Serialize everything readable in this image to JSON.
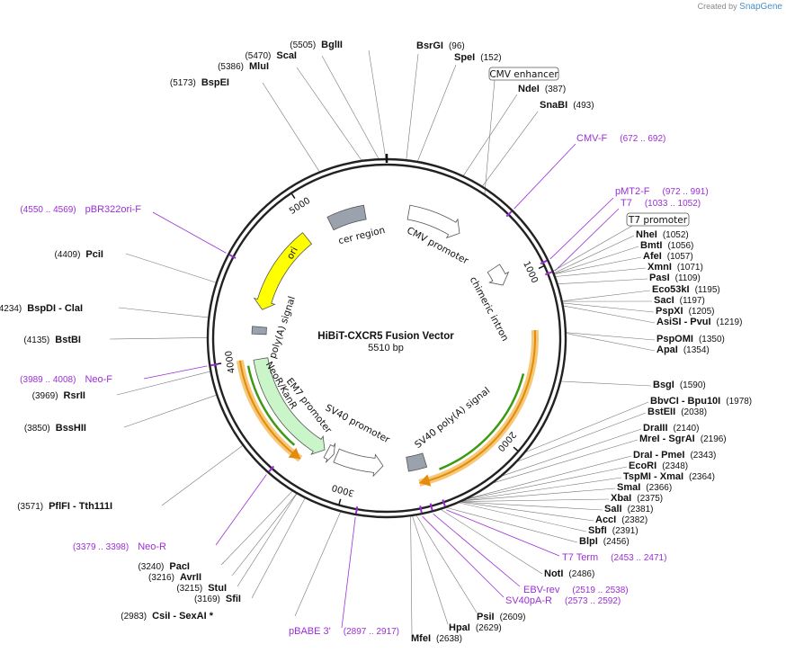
{
  "credit": {
    "prefix": "Created by",
    "brand": "SnapGene"
  },
  "plasmid": {
    "name": "HiBiT-CXCR5 Fusion Vector",
    "length": "5510 bp",
    "total_bp": 5510
  },
  "ticks": [
    "1000",
    "2000",
    "3000",
    "4000",
    "5000"
  ],
  "features": [
    {
      "name": "CMV promoter",
      "color": "#ffffff",
      "start": 152,
      "end": 532,
      "strand": 1
    },
    {
      "name": "chimeric intron",
      "color": "#ffffff",
      "start": 870,
      "end": 1002,
      "strand": 1
    },
    {
      "name": "SV40 poly(A) signal",
      "color": "#9aa3ad",
      "start": 2490,
      "end": 2612,
      "strand": 0
    },
    {
      "name": "SV40 promoter",
      "color": "#ffffff",
      "start": 2780,
      "end": 3110,
      "strand": -1
    },
    {
      "name": "EM7 promoter",
      "color": "#ffffff",
      "start": 3130,
      "end": 3180,
      "strand": -1
    },
    {
      "name": "NeoR/KanR",
      "color": "#c9f5c9",
      "start": 3200,
      "end": 3990,
      "strand": -1
    },
    {
      "name": "poly(A) signal",
      "color": "#9aa3ad",
      "start": 4160,
      "end": 4210,
      "strand": 0
    },
    {
      "name": "ori",
      "color": "#ffff00",
      "start": 4330,
      "end": 4920,
      "strand": -1
    },
    {
      "name": "cer region",
      "color": "#9aa3ad",
      "start": 5110,
      "end": 5360,
      "strand": 0
    }
  ],
  "orfs": [
    {
      "start": 1330,
      "end": 2560,
      "strand": 1
    },
    {
      "start": 3300,
      "end": 4000,
      "strand": -1
    }
  ],
  "primers": [
    {
      "name": "CMV-F",
      "range": "(672 .. 692)",
      "bp": 682
    },
    {
      "name": "pMT2-F",
      "range": "(972 .. 991)",
      "bp": 982
    },
    {
      "name": "T7",
      "range": "(1033 .. 1052)",
      "bp": 1043
    },
    {
      "name": "T7 Term",
      "range": "(2453 .. 2471)",
      "bp": 2462
    },
    {
      "name": "EBV-rev",
      "range": "(2519 .. 2538)",
      "bp": 2528
    },
    {
      "name": "SV40pA-R",
      "range": "(2573 .. 2592)",
      "bp": 2582
    },
    {
      "name": "pBABE 3'",
      "range": "(2897 .. 2917)",
      "bp": 2907
    },
    {
      "name": "Neo-R",
      "range": "(3379 .. 3398)",
      "bp": 3389
    },
    {
      "name": "Neo-F",
      "range": "(3989 .. 4008)",
      "bp": 3998
    },
    {
      "name": "pBR322ori-F",
      "range": "(4550 .. 4569)",
      "bp": 4560
    }
  ],
  "sites": [
    {
      "name": "BsrGI",
      "pos": "(96)",
      "bp": 96
    },
    {
      "name": "SpeI",
      "pos": "(152)",
      "bp": 152
    },
    {
      "name": "NdeI",
      "pos": "(387)",
      "bp": 387
    },
    {
      "name": "SnaBI",
      "pos": "(493)",
      "bp": 493
    },
    {
      "name": "NheI",
      "pos": "(1052)",
      "bp": 1052
    },
    {
      "name": "BmtI",
      "pos": "(1056)",
      "bp": 1056
    },
    {
      "name": "AfeI",
      "pos": "(1057)",
      "bp": 1057
    },
    {
      "name": "XmnI",
      "pos": "(1071)",
      "bp": 1071
    },
    {
      "name": "PasI",
      "pos": "(1109)",
      "bp": 1109
    },
    {
      "name": "Eco53kI",
      "pos": "(1195)",
      "bp": 1195
    },
    {
      "name": "SacI",
      "pos": "(1197)",
      "bp": 1197
    },
    {
      "name": "PspXI",
      "pos": "(1205)",
      "bp": 1205
    },
    {
      "name": "AsiSI - PvuI",
      "pos": "(1219)",
      "bp": 1219
    },
    {
      "name": "PspOMI",
      "pos": "(1350)",
      "bp": 1350
    },
    {
      "name": "ApaI",
      "pos": "(1354)",
      "bp": 1354
    },
    {
      "name": "BsgI",
      "pos": "(1590)",
      "bp": 1590
    },
    {
      "name": "BbvCI - Bpu10I",
      "pos": "(1978)",
      "bp": 1978
    },
    {
      "name": "BstEII",
      "pos": "(2038)",
      "bp": 2038
    },
    {
      "name": "DraIII",
      "pos": "(2140)",
      "bp": 2140
    },
    {
      "name": "MreI - SgrAI",
      "pos": "(2196)",
      "bp": 2196
    },
    {
      "name": "DraI - PmeI",
      "pos": "(2343)",
      "bp": 2343
    },
    {
      "name": "EcoRI",
      "pos": "(2348)",
      "bp": 2348
    },
    {
      "name": "TspMI - XmaI",
      "pos": "(2364)",
      "bp": 2364
    },
    {
      "name": "SmaI",
      "pos": "(2366)",
      "bp": 2366
    },
    {
      "name": "XbaI",
      "pos": "(2375)",
      "bp": 2375
    },
    {
      "name": "SalI",
      "pos": "(2381)",
      "bp": 2381
    },
    {
      "name": "AccI",
      "pos": "(2382)",
      "bp": 2382
    },
    {
      "name": "SbfI",
      "pos": "(2391)",
      "bp": 2391
    },
    {
      "name": "BlpI",
      "pos": "(2456)",
      "bp": 2456
    },
    {
      "name": "NotI",
      "pos": "(2486)",
      "bp": 2486
    },
    {
      "name": "PsiI",
      "pos": "(2609)",
      "bp": 2609
    },
    {
      "name": "HpaI",
      "pos": "(2629)",
      "bp": 2629
    },
    {
      "name": "MfeI",
      "pos": "(2638)",
      "bp": 2638
    },
    {
      "name": "CsiI - SexAI *",
      "pos": "(2983)",
      "bp": 2983
    },
    {
      "name": "SfiI",
      "pos": "(3169)",
      "bp": 3169
    },
    {
      "name": "StuI",
      "pos": "(3215)",
      "bp": 3215
    },
    {
      "name": "AvrII",
      "pos": "(3216)",
      "bp": 3216
    },
    {
      "name": "PacI",
      "pos": "(3240)",
      "bp": 3240
    },
    {
      "name": "PflFI - Tth111I",
      "pos": "(3571)",
      "bp": 3571
    },
    {
      "name": "BssHII",
      "pos": "(3850)",
      "bp": 3850
    },
    {
      "name": "RsrII",
      "pos": "(3969)",
      "bp": 3969
    },
    {
      "name": "BstBI",
      "pos": "(4135)",
      "bp": 4135
    },
    {
      "name": "BspDI - ClaI",
      "pos": "(4234)",
      "bp": 4234
    },
    {
      "name": "PciI",
      "pos": "(4409)",
      "bp": 4409
    },
    {
      "name": "BspEI",
      "pos": "(5173)",
      "bp": 5173
    },
    {
      "name": "MluI",
      "pos": "(5386)",
      "bp": 5386
    },
    {
      "name": "ScaI",
      "pos": "(5470)",
      "bp": 5470
    },
    {
      "name": "BglII",
      "pos": "(5505)",
      "bp": 5505
    }
  ],
  "boxed_labels": [
    "CMV enhancer",
    "T7 promoter"
  ]
}
